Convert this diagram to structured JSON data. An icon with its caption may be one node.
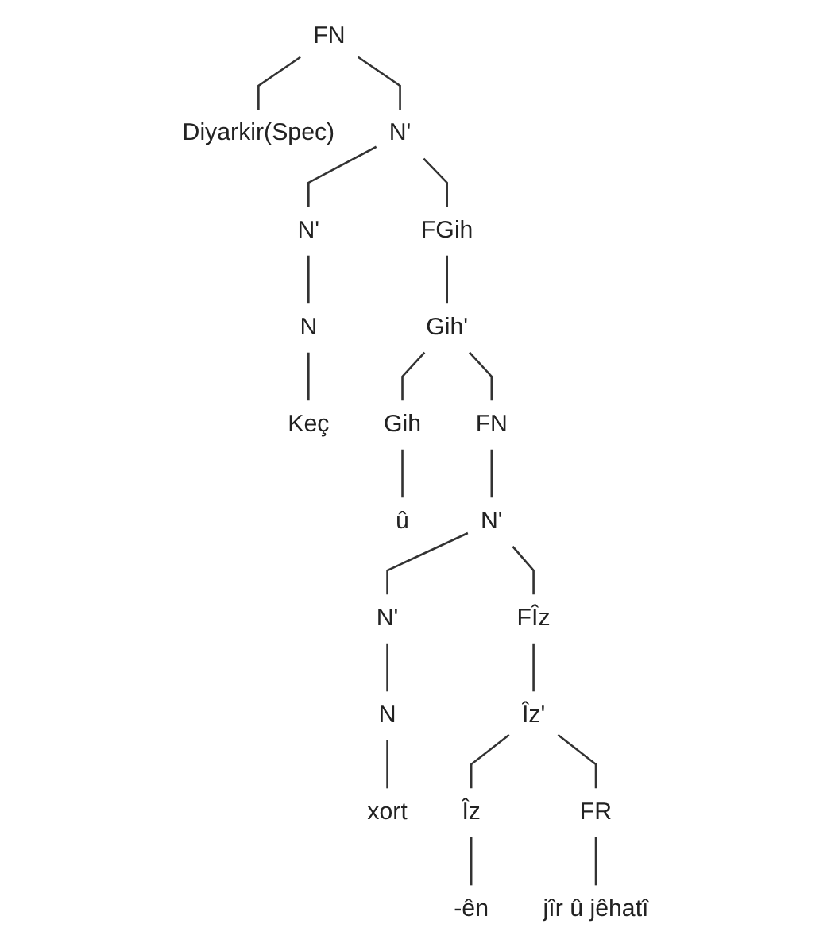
{
  "diagram": {
    "nodes": [
      {
        "text": [
          "FN"
        ]
      },
      {
        "text": [
          "Diyarkir(Spec)"
        ]
      },
      {
        "text": [
          "N'"
        ]
      },
      {
        "text": [
          "N'"
        ]
      },
      {
        "text": [
          "FGih"
        ]
      },
      {
        "text": [
          "N"
        ]
      },
      {
        "text": [
          "Gih'"
        ]
      },
      {
        "text": [
          "Keç"
        ]
      },
      {
        "text": [
          "Gih"
        ]
      },
      {
        "text": [
          "FN"
        ]
      },
      {
        "text": [
          "û"
        ]
      },
      {
        "text": [
          "N'"
        ]
      },
      {
        "text": [
          "N'"
        ]
      },
      {
        "text": [
          "FÎz"
        ]
      },
      {
        "text": [
          "N"
        ]
      },
      {
        "text": [
          "Îz'"
        ]
      },
      {
        "text": [
          "xort"
        ]
      },
      {
        "text": [
          "Îz"
        ]
      },
      {
        "text": [
          "FR"
        ]
      },
      {
        "text": [
          "-ên"
        ]
      },
      {
        "text": [
          "jîr û jêhatî"
        ]
      }
    ],
    "edges": [
      {
        "from": 0,
        "to": 1,
        "arrow": "none"
      },
      {
        "from": 0,
        "to": 2,
        "arrow": "none"
      },
      {
        "from": 2,
        "to": 3,
        "arrow": "none"
      },
      {
        "from": 2,
        "to": 4,
        "arrow": "none"
      },
      {
        "from": 3,
        "to": 5,
        "arrow": "none"
      },
      {
        "from": 5,
        "to": 7,
        "arrow": "none"
      },
      {
        "from": 4,
        "to": 6,
        "arrow": "none"
      },
      {
        "from": 6,
        "to": 8,
        "arrow": "none"
      },
      {
        "from": 6,
        "to": 9,
        "arrow": "none"
      },
      {
        "from": 8,
        "to": 10,
        "arrow": "none"
      },
      {
        "from": 9,
        "to": 11,
        "arrow": "none"
      },
      {
        "from": 11,
        "to": 12,
        "arrow": "none"
      },
      {
        "from": 11,
        "to": 13,
        "arrow": "none"
      },
      {
        "from": 12,
        "to": 14,
        "arrow": "none"
      },
      {
        "from": 14,
        "to": 16,
        "arrow": "none"
      },
      {
        "from": 13,
        "to": 15,
        "arrow": "none"
      },
      {
        "from": 15,
        "to": 17,
        "arrow": "none"
      },
      {
        "from": 15,
        "to": 18,
        "arrow": "none"
      },
      {
        "from": 17,
        "to": 19,
        "arrow": "none"
      },
      {
        "from": 18,
        "to": 20,
        "arrow": "none"
      }
    ]
  }
}
